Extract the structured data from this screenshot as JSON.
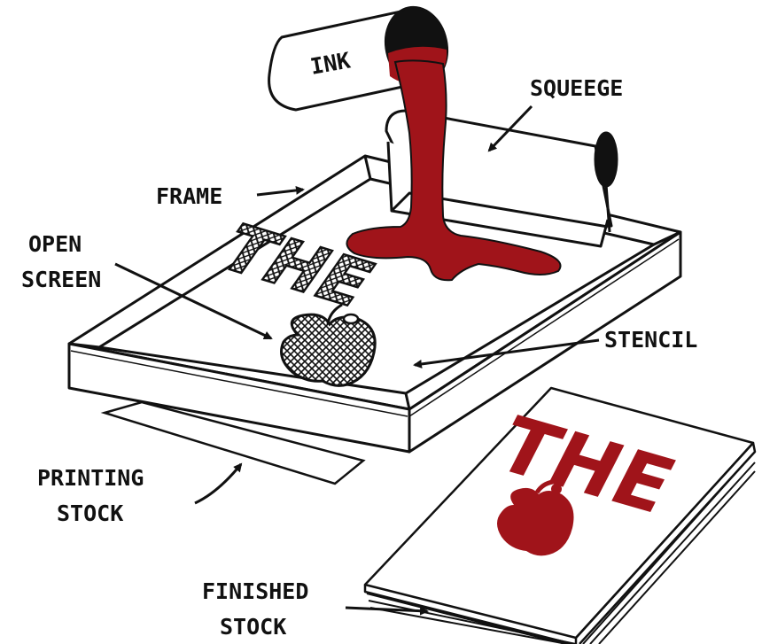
{
  "labels": {
    "ink": "INK",
    "squeegee": "SQUEEGE",
    "frame": "FRAME",
    "open_screen_line1": "OPEN",
    "open_screen_line2": "SCREEN",
    "stencil": "STENCIL",
    "printing_stock_line1": "PRINTING",
    "printing_stock_line2": "STOCK",
    "finished_stock_line1": "FINISHED",
    "finished_stock_line2": "STOCK"
  },
  "artwork": {
    "stencil_word": "THE",
    "printed_word": "THE"
  },
  "colors": {
    "ink": "#a0141a",
    "line": "#111111",
    "paper": "#ffffff"
  }
}
